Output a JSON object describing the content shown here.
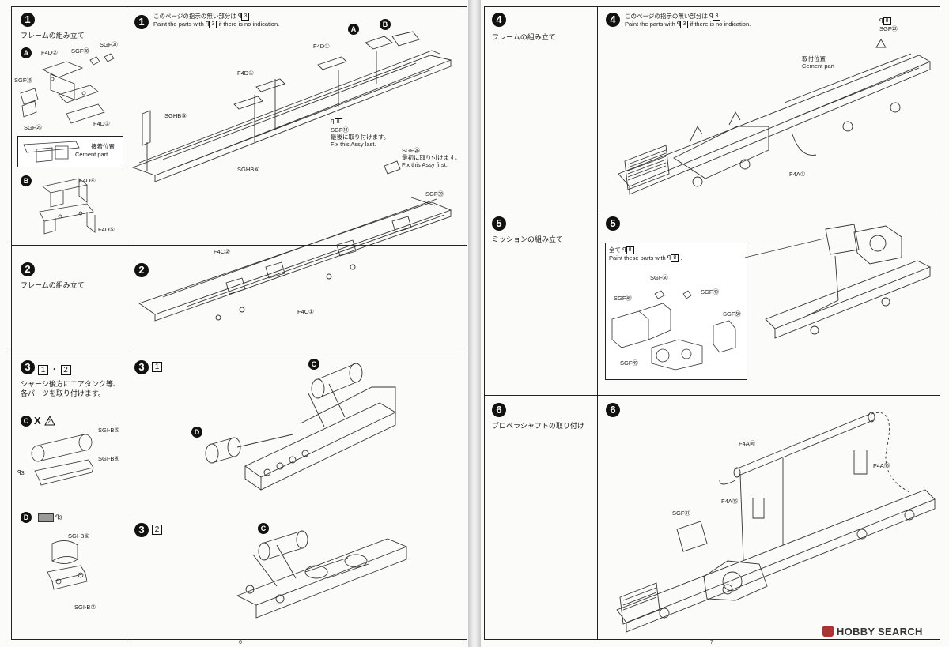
{
  "left": {
    "steps": {
      "s1": {
        "num": "1",
        "title": "フレームの組み立て"
      },
      "s2": {
        "num": "2",
        "title": "フレームの組み立て"
      },
      "s3": {
        "num": "3",
        "title_line1": "シャーシ後方にエアタンク等、",
        "title_line2": "各パーツを取り付けます。",
        "box1": "1",
        "box2": "2",
        "sep": "・"
      }
    },
    "subA": {
      "letter": "A",
      "parts": [
        "F4D②",
        "SGF⑳",
        "SGF㉑",
        "SGF⑲",
        "SGF㉕",
        "F4D③"
      ],
      "cement_jp": "接着位置",
      "cement_en": "Cement part"
    },
    "subB": {
      "letter": "B",
      "parts": [
        "F4D④",
        "F4D⑤"
      ]
    },
    "subC": {
      "letter": "C",
      "x": "X",
      "tri": "2",
      "parts": [
        "SGI-B⑤",
        "SGI-B④"
      ],
      "paint": "ꟼ"
    },
    "subD": {
      "letter": "D",
      "paint": "ꟼ",
      "paint_num": "3",
      "parts": [
        "SGI-B⑥",
        "SGI-B⑦"
      ]
    },
    "paint_ref": "3",
    "diagram1": {
      "num": "1",
      "note_jp": "このページの指示の無い部分は",
      "note_en": "Paint the parts with",
      "note_en2": "if there is no indication.",
      "paint_num": "3",
      "A": "A",
      "B": "B",
      "labels": {
        "f4d1a": "F4D①",
        "f4d1b": "F4D①",
        "sghb3": "SGHB③",
        "sghb6": "SGHB⑥",
        "p8": "8",
        "sgf14": "SGF⑭",
        "last_jp": "最後に取り付けます。",
        "last_en": "Fix this Assy last.",
        "sgf26": "SGF㉖",
        "first_jp": "最初に取り付けます。",
        "first_en": "Fix this Assy first."
      }
    },
    "diagram2": {
      "num": "2",
      "labels": {
        "sgf39": "SGF㊴",
        "f4c2": "F4C②",
        "f4c1": "F4C①"
      }
    },
    "diagram3a": {
      "num": "3",
      "box": "1",
      "C": "C",
      "D": "D"
    },
    "diagram3b": {
      "num": "3",
      "box": "2",
      "C": "C"
    },
    "page_no": "6"
  },
  "right": {
    "steps": {
      "s4": {
        "num": "4",
        "title": "フレームの組み立て"
      },
      "s5": {
        "num": "5",
        "title": "ミッションの組み立て"
      },
      "s6": {
        "num": "6",
        "title": "プロペラシャフトの取り付け"
      }
    },
    "diagram4": {
      "num": "4",
      "note_jp": "このページの指示の無い部分は",
      "note_en": "Paint the parts with",
      "note_en2": "if there is no indication.",
      "paint_num": "3",
      "labels": {
        "p8": "8",
        "sgf22": "SGF㉒",
        "cement_jp": "取付位置",
        "cement_en": "Cement part",
        "f4a1": "F4A①"
      }
    },
    "diagram5": {
      "num": "5",
      "box_line1": "全て",
      "box_num": "8",
      "box_line2": "Paint these parts with",
      "labels": {
        "sgf52": "SGF㊿",
        "sgf51": "SGF㊾",
        "sgf48": "SGF㊽",
        "sgf50": "SGF㊿",
        "sgf49": "SGF㊾"
      }
    },
    "diagram6": {
      "num": "6",
      "labels": {
        "f4a26": "F4A㉖",
        "f4a15": "F4A⑮",
        "f4a16": "F4A⑯",
        "sgf41": "SGF㊶"
      }
    },
    "page_no": "7"
  },
  "watermark": "HOBBY SEARCH"
}
